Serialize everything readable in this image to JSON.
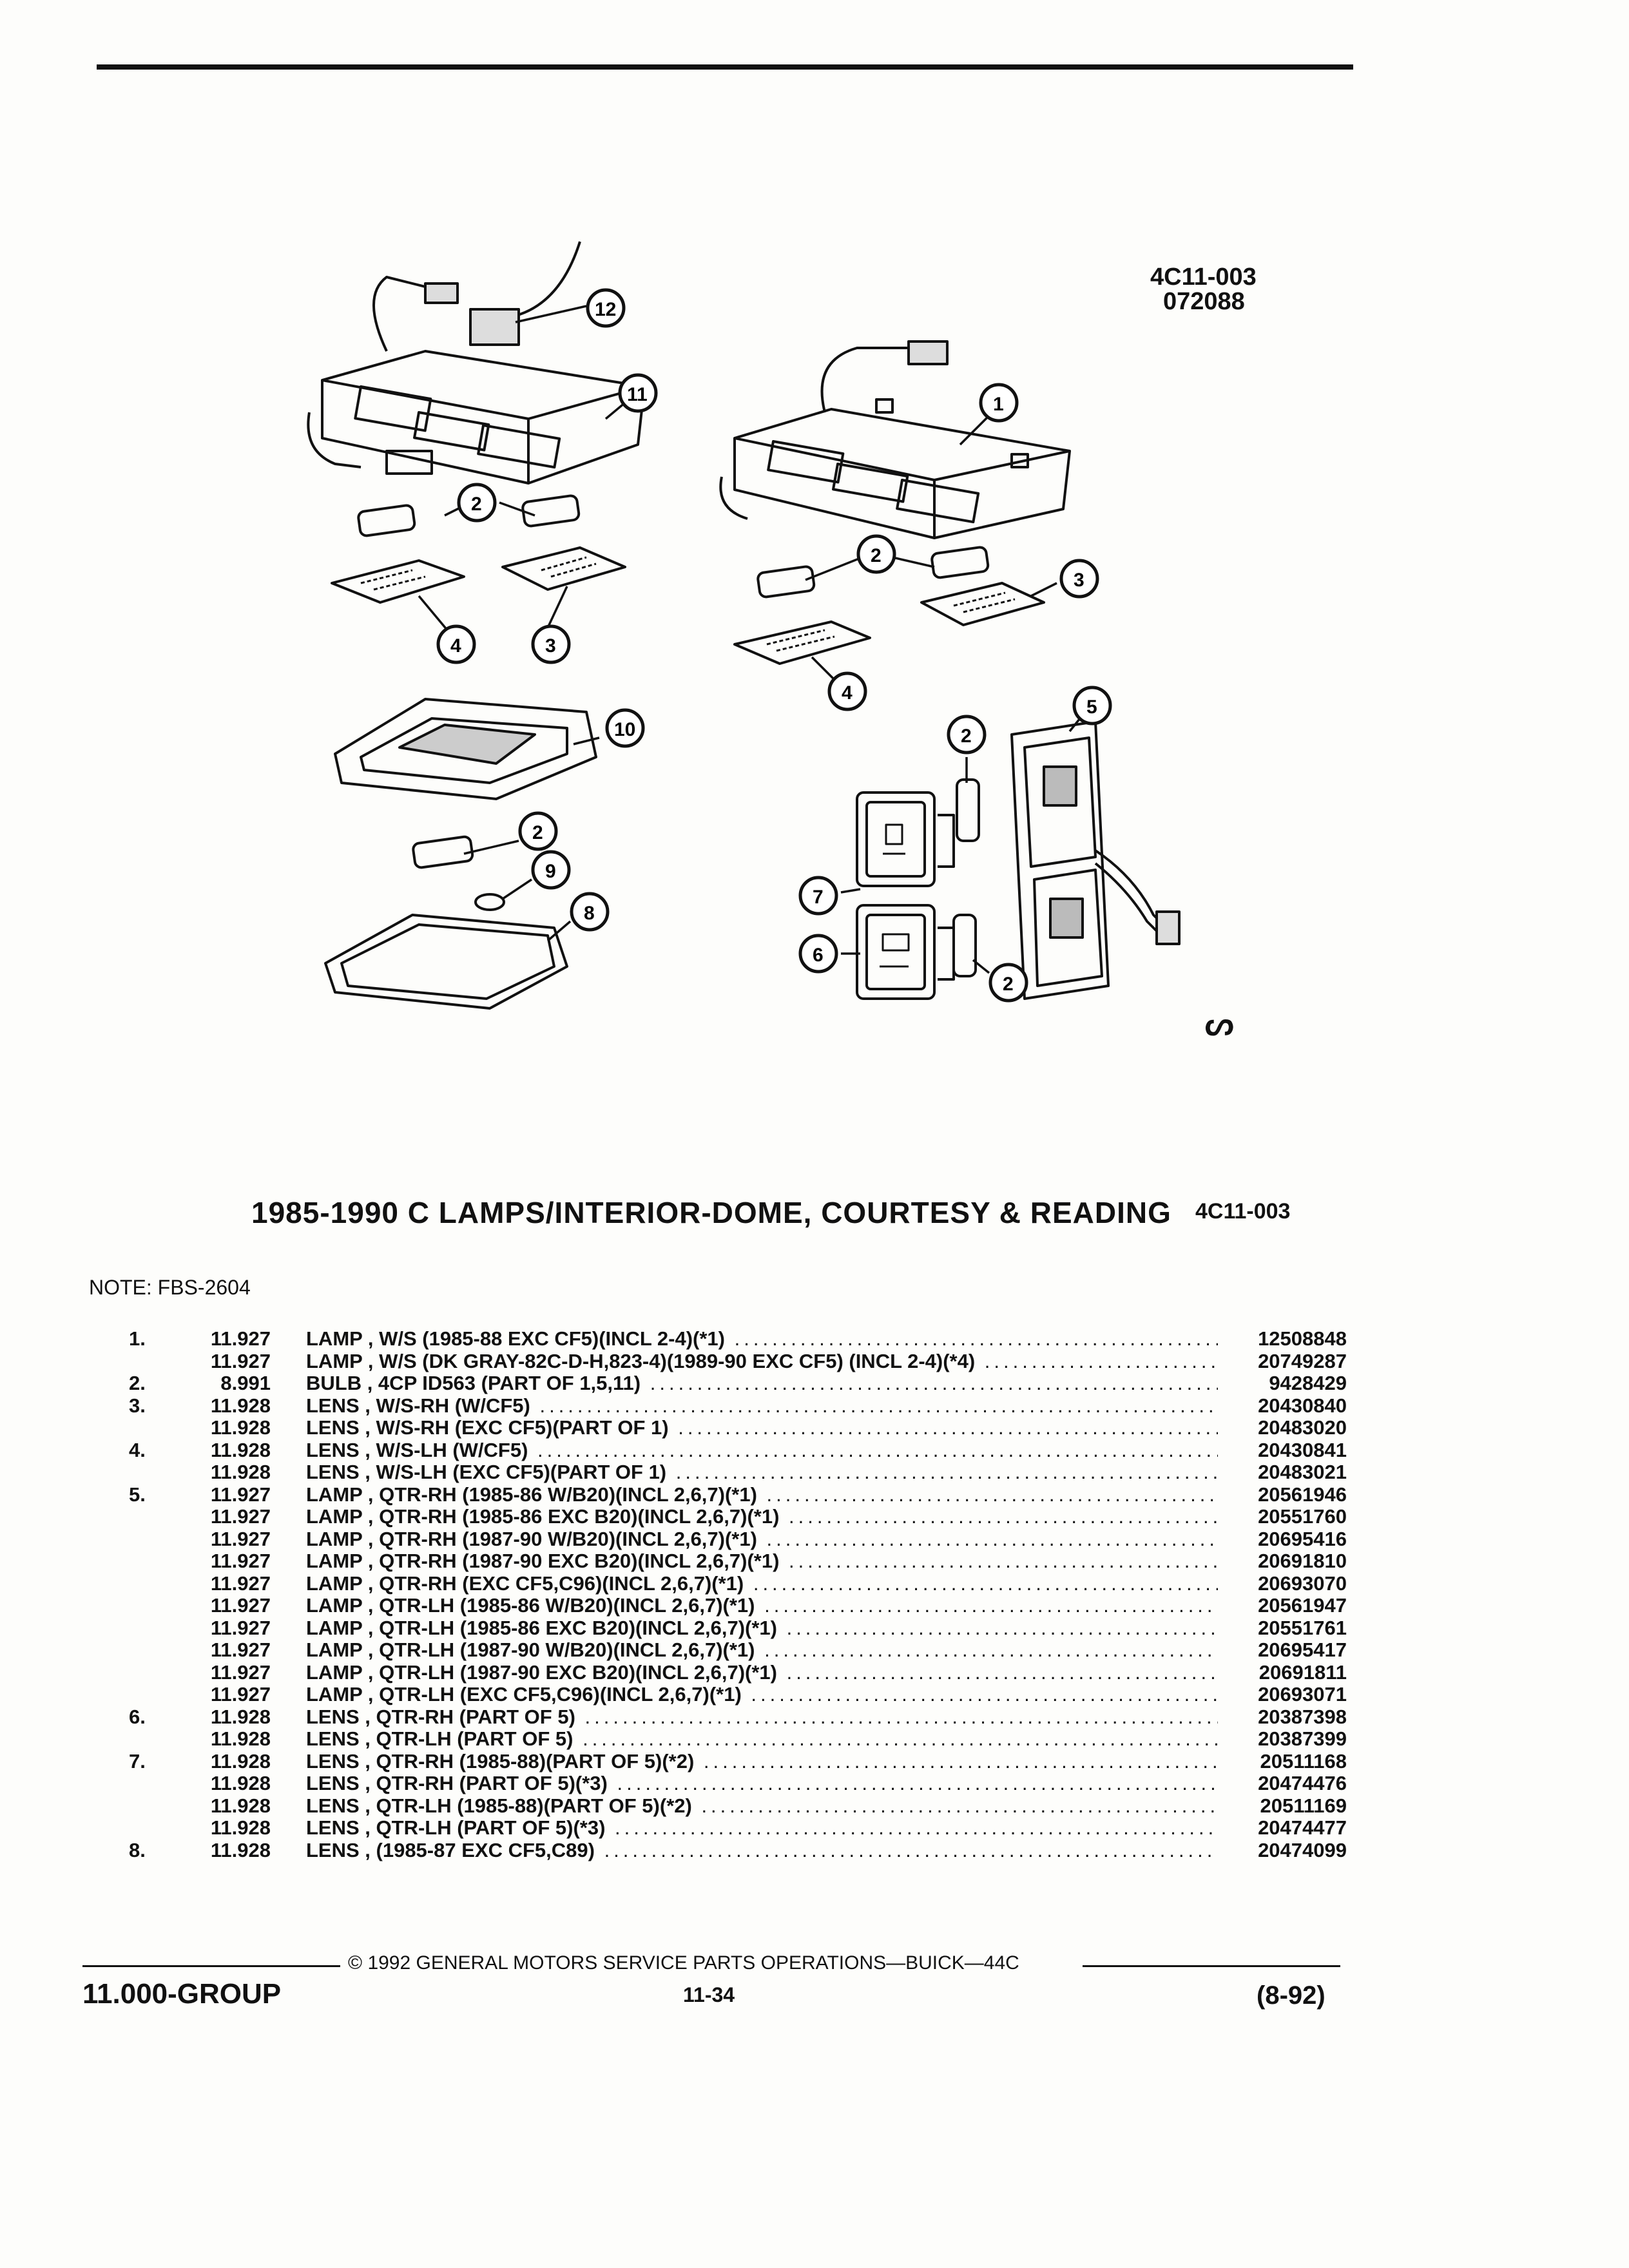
{
  "figure": {
    "code": "4C11-003",
    "date_code": "072088",
    "callout_numbers": [
      "1",
      "2",
      "3",
      "4",
      "5",
      "6",
      "7",
      "8",
      "9",
      "10",
      "11",
      "12"
    ],
    "mark": "ᔕ"
  },
  "title": "1985-1990 C LAMPS/INTERIOR-DOME, COURTESY & READING",
  "note": "NOTE:  FBS-2604",
  "parts": [
    {
      "item": "1.",
      "group": "11.927",
      "desc": "LAMP , W/S (1985-88 EXC CF5)(INCL 2-4)(*1)",
      "pn": "12508848"
    },
    {
      "item": "",
      "group": "11.927",
      "desc": "LAMP , W/S (DK GRAY-82C-D-H,823-4)(1989-90 EXC CF5) (INCL 2-4)(*4)",
      "pn": "20749287"
    },
    {
      "item": "2.",
      "group": "8.991",
      "desc": "BULB , 4CP ID563 (PART OF 1,5,11)",
      "pn": "9428429"
    },
    {
      "item": "3.",
      "group": "11.928",
      "desc": "LENS , W/S-RH (W/CF5)",
      "pn": "20430840"
    },
    {
      "item": "",
      "group": "11.928",
      "desc": "LENS , W/S-RH (EXC CF5)(PART OF 1)",
      "pn": "20483020"
    },
    {
      "item": "4.",
      "group": "11.928",
      "desc": "LENS , W/S-LH (W/CF5)",
      "pn": "20430841"
    },
    {
      "item": "",
      "group": "11.928",
      "desc": "LENS , W/S-LH (EXC CF5)(PART OF 1)",
      "pn": "20483021"
    },
    {
      "item": "5.",
      "group": "11.927",
      "desc": "LAMP , QTR-RH (1985-86 W/B20)(INCL 2,6,7)(*1)",
      "pn": "20561946"
    },
    {
      "item": "",
      "group": "11.927",
      "desc": "LAMP , QTR-RH (1985-86 EXC B20)(INCL 2,6,7)(*1)",
      "pn": "20551760"
    },
    {
      "item": "",
      "group": "11.927",
      "desc": "LAMP , QTR-RH (1987-90 W/B20)(INCL 2,6,7)(*1)",
      "pn": "20695416"
    },
    {
      "item": "",
      "group": "11.927",
      "desc": "LAMP , QTR-RH (1987-90 EXC B20)(INCL 2,6,7)(*1)",
      "pn": "20691810"
    },
    {
      "item": "",
      "group": "11.927",
      "desc": "LAMP , QTR-RH (EXC CF5,C96)(INCL 2,6,7)(*1)",
      "pn": "20693070"
    },
    {
      "item": "",
      "group": "11.927",
      "desc": "LAMP , QTR-LH (1985-86 W/B20)(INCL 2,6,7)(*1)",
      "pn": "20561947"
    },
    {
      "item": "",
      "group": "11.927",
      "desc": "LAMP , QTR-LH (1985-86 EXC B20)(INCL 2,6,7)(*1)",
      "pn": "20551761"
    },
    {
      "item": "",
      "group": "11.927",
      "desc": "LAMP , QTR-LH (1987-90 W/B20)(INCL 2,6,7)(*1)",
      "pn": "20695417"
    },
    {
      "item": "",
      "group": "11.927",
      "desc": "LAMP , QTR-LH (1987-90 EXC B20)(INCL 2,6,7)(*1)",
      "pn": "20691811"
    },
    {
      "item": "",
      "group": "11.927",
      "desc": "LAMP , QTR-LH (EXC CF5,C96)(INCL 2,6,7)(*1)",
      "pn": "20693071"
    },
    {
      "item": "6.",
      "group": "11.928",
      "desc": "LENS , QTR-RH (PART OF 5)",
      "pn": "20387398"
    },
    {
      "item": "",
      "group": "11.928",
      "desc": "LENS , QTR-LH (PART OF 5)",
      "pn": "20387399"
    },
    {
      "item": "7.",
      "group": "11.928",
      "desc": "LENS , QTR-RH (1985-88)(PART OF 5)(*2)",
      "pn": "20511168"
    },
    {
      "item": "",
      "group": "11.928",
      "desc": "LENS , QTR-RH (PART OF 5)(*3)",
      "pn": "20474476"
    },
    {
      "item": "",
      "group": "11.928",
      "desc": "LENS , QTR-LH (1985-88)(PART OF 5)(*2)",
      "pn": "20511169"
    },
    {
      "item": "",
      "group": "11.928",
      "desc": "LENS , QTR-LH (PART OF 5)(*3)",
      "pn": "20474477"
    },
    {
      "item": "8.",
      "group": "11.928",
      "desc": "LENS , (1985-87 EXC CF5,C89)",
      "pn": "20474099"
    }
  ],
  "footer": {
    "copyright": "©  1992  GENERAL MOTORS SERVICE PARTS OPERATIONS—BUICK—44C",
    "group": "11.000-GROUP",
    "page": "11-34",
    "date": "(8-92)"
  }
}
